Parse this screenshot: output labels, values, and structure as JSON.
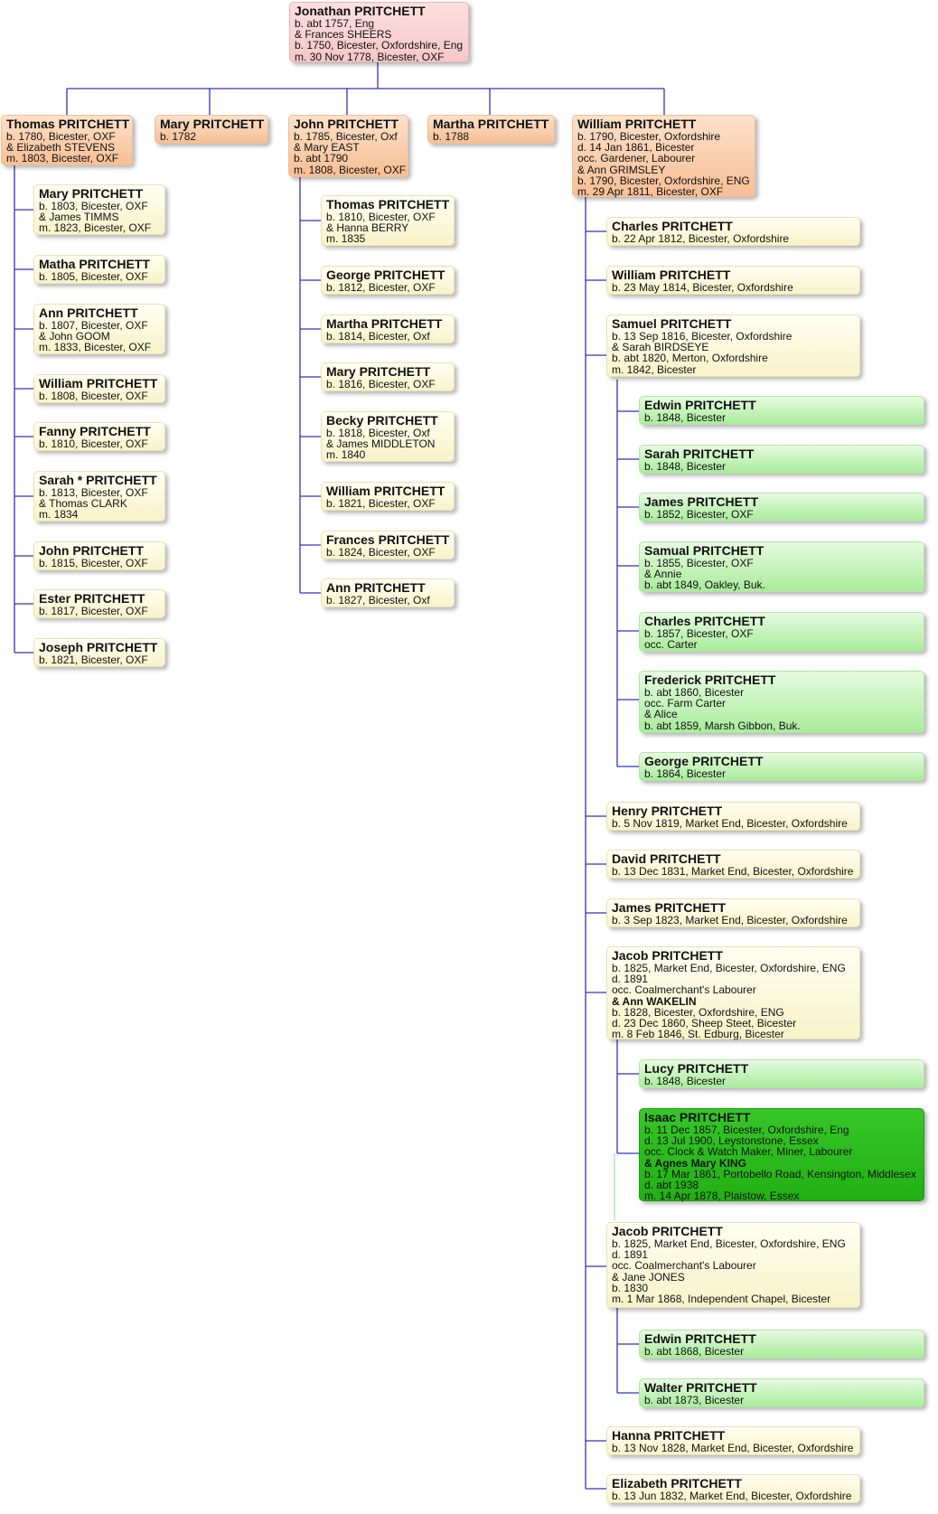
{
  "root": {
    "name": "Jonathan PRITCHETT",
    "details": [
      "b. abt 1757, Eng",
      "& Frances SHEERS",
      "b. 1750, Bicester, Oxfordshire, Eng",
      "m. 30 Nov 1778, Bicester, OXF"
    ]
  },
  "children": [
    {
      "name": "Thomas PRITCHETT",
      "details": [
        "b. 1780, Bicester, OXF",
        "& Elizabeth STEVENS",
        "m. 1803, Bicester, OXF"
      ]
    },
    {
      "name": "Mary PRITCHETT",
      "details": [
        "b. 1782"
      ]
    },
    {
      "name": "John PRITCHETT",
      "details": [
        "b. 1785, Bicester, Oxf",
        "& Mary EAST",
        "b. abt 1790",
        "m. 1808, Bicester, OXF"
      ]
    },
    {
      "name": "Martha PRITCHETT",
      "details": [
        "b. 1788"
      ]
    },
    {
      "name": "William PRITCHETT",
      "details": [
        "b. 1790, Bicester, Oxfordshire",
        "d. 14 Jan 1861, Bicester",
        "occ. Gardener, Labourer",
        "& Ann GRIMSLEY",
        "b. 1790, Bicester, Oxfordshire, ENG",
        "m. 29 Apr 1811, Bicester, OXF"
      ]
    }
  ],
  "thomas_children": [
    {
      "name": "Mary PRITCHETT",
      "details": [
        "b. 1803, Bicester, OXF",
        "& James TIMMS",
        "m. 1823, Bicester, OXF"
      ]
    },
    {
      "name": "Matha PRITCHETT",
      "details": [
        "b. 1805, Bicester, OXF"
      ]
    },
    {
      "name": "Ann PRITCHETT",
      "details": [
        "b. 1807, Bicester, OXF",
        "& John GOOM",
        "m. 1833, Bicester, OXF"
      ]
    },
    {
      "name": "William PRITCHETT",
      "details": [
        "b. 1808, Bicester, OXF"
      ]
    },
    {
      "name": "Fanny PRITCHETT",
      "details": [
        "b. 1810, Bicester, OXF"
      ]
    },
    {
      "name": "Sarah * PRITCHETT",
      "details": [
        "b. 1813, Bicester, OXF",
        "& Thomas CLARK",
        "m. 1834"
      ]
    },
    {
      "name": "John PRITCHETT",
      "details": [
        "b. 1815, Bicester, OXF"
      ]
    },
    {
      "name": "Ester PRITCHETT",
      "details": [
        "b. 1817, Bicester, OXF"
      ]
    },
    {
      "name": "Joseph PRITCHETT",
      "details": [
        "b. 1821, Bicester, OXF"
      ]
    }
  ],
  "john_children": [
    {
      "name": "Thomas PRITCHETT",
      "details": [
        "b. 1810, Bicester, OXF",
        "& Hanna BERRY",
        "m. 1835"
      ]
    },
    {
      "name": "George PRITCHETT",
      "details": [
        "b. 1812, Bicester, OXF"
      ]
    },
    {
      "name": "Martha PRITCHETT",
      "details": [
        "b. 1814, Bicester, Oxf"
      ]
    },
    {
      "name": "Mary PRITCHETT",
      "details": [
        "b. 1816, Bicester, OXF"
      ]
    },
    {
      "name": "Becky PRITCHETT",
      "details": [
        "b. 1818, Bicester, Oxf",
        "& James MIDDLETON",
        "m. 1840"
      ]
    },
    {
      "name": "William PRITCHETT",
      "details": [
        "b. 1821, Bicester, OXF"
      ]
    },
    {
      "name": "Frances PRITCHETT",
      "details": [
        "b. 1824, Bicester, OXF"
      ]
    },
    {
      "name": "Ann PRITCHETT",
      "details": [
        "b. 1827, Bicester, Oxf"
      ]
    }
  ],
  "william_children": [
    {
      "name": "Charles PRITCHETT",
      "details": [
        "b. 22 Apr 1812, Bicester, Oxfordshire"
      ]
    },
    {
      "name": "William PRITCHETT",
      "details": [
        "b. 23 May 1814, Bicester, Oxfordshire"
      ]
    },
    {
      "name": "Samuel PRITCHETT",
      "details": [
        "b. 13 Sep 1816, Bicester, Oxfordshire",
        "& Sarah BIRDSEYE",
        "b. abt 1820, Merton, Oxfordshire",
        "m. 1842, Bicester"
      ]
    },
    {
      "name": "Henry PRITCHETT",
      "details": [
        "b. 5 Nov 1819, Market End, Bicester, Oxfordshire"
      ]
    },
    {
      "name": "David PRITCHETT",
      "details": [
        "b. 13 Dec 1831, Market End, Bicester, Oxfordshire"
      ]
    },
    {
      "name": "James PRITCHETT",
      "details": [
        "b. 3 Sep 1823, Market End, Bicester, Oxfordshire"
      ]
    },
    {
      "name": "Jacob PRITCHETT",
      "details": [
        "b. 1825, Market End, Bicester, Oxfordshire, ENG",
        "d. 1891",
        "occ. Coalmerchant's Labourer",
        "& Ann WAKELIN",
        "b. 1828, Bicester, Oxfordshire, ENG",
        "d. 23 Dec 1860, Sheep Steet, Bicester",
        "m. 8 Feb 1846, St. Edburg,  Bicester"
      ]
    },
    {
      "name": "Jacob PRITCHETT",
      "details": [
        "b. 1825, Market End, Bicester, Oxfordshire, ENG",
        "d. 1891",
        "occ. Coalmerchant's Labourer",
        "& Jane JONES",
        "b. 1830",
        "m. 1 Mar 1868, Independent Chapel, Bicester"
      ]
    },
    {
      "name": "Hanna PRITCHETT",
      "details": [
        "b. 13 Nov 1828, Market End, Bicester, Oxfordshire"
      ]
    },
    {
      "name": "Elizabeth PRITCHETT",
      "details": [
        "b. 13 Jun 1832, Market End, Bicester, Oxfordshire"
      ]
    }
  ],
  "samuel_children": [
    {
      "name": "Edwin PRITCHETT",
      "details": [
        "b. 1848, Bicester"
      ]
    },
    {
      "name": "Sarah PRITCHETT",
      "details": [
        "b. 1848, Bicester"
      ]
    },
    {
      "name": "James PRITCHETT",
      "details": [
        "b. 1852, Bicester, OXF"
      ]
    },
    {
      "name": "Samual PRITCHETT",
      "details": [
        "b. 1855, Bicester, OXF",
        "& Annie",
        "b. abt 1849, Oakley, Buk."
      ]
    },
    {
      "name": "Charles PRITCHETT",
      "details": [
        "b. 1857, Bicester, OXF",
        "occ. Carter"
      ]
    },
    {
      "name": "Frederick PRITCHETT",
      "details": [
        "b. abt 1860, Bicester",
        "occ. Farm Carter",
        "& Alice",
        "b. abt 1859, Marsh Gibbon, Buk."
      ]
    },
    {
      "name": "George PRITCHETT",
      "details": [
        "b. 1864, Bicester"
      ]
    }
  ],
  "jacob1_children": [
    {
      "name": "Lucy PRITCHETT",
      "details": [
        "b. 1848, Bicester"
      ]
    },
    {
      "name": "Isaac PRITCHETT",
      "details": [
        "b. 11 Dec 1857, Bicester, Oxfordshire, Eng",
        "d. 13 Jul 1900, Leystonstone, Essex",
        "occ. Clock & Watch Maker, Miner, Labourer",
        "& Agnes Mary KING",
        "b. 17 Mar 1861, Portobello Road,  Kensington, Middlesex",
        "d. abt 1938",
        "m. 14 Apr 1878, Plaistow, Essex"
      ]
    }
  ],
  "jacob2_children": [
    {
      "name": "Edwin PRITCHETT",
      "details": [
        "b. abt 1868, Bicester"
      ]
    },
    {
      "name": "Walter PRITCHETT",
      "details": [
        "b. abt 1873, Bicester"
      ]
    }
  ]
}
